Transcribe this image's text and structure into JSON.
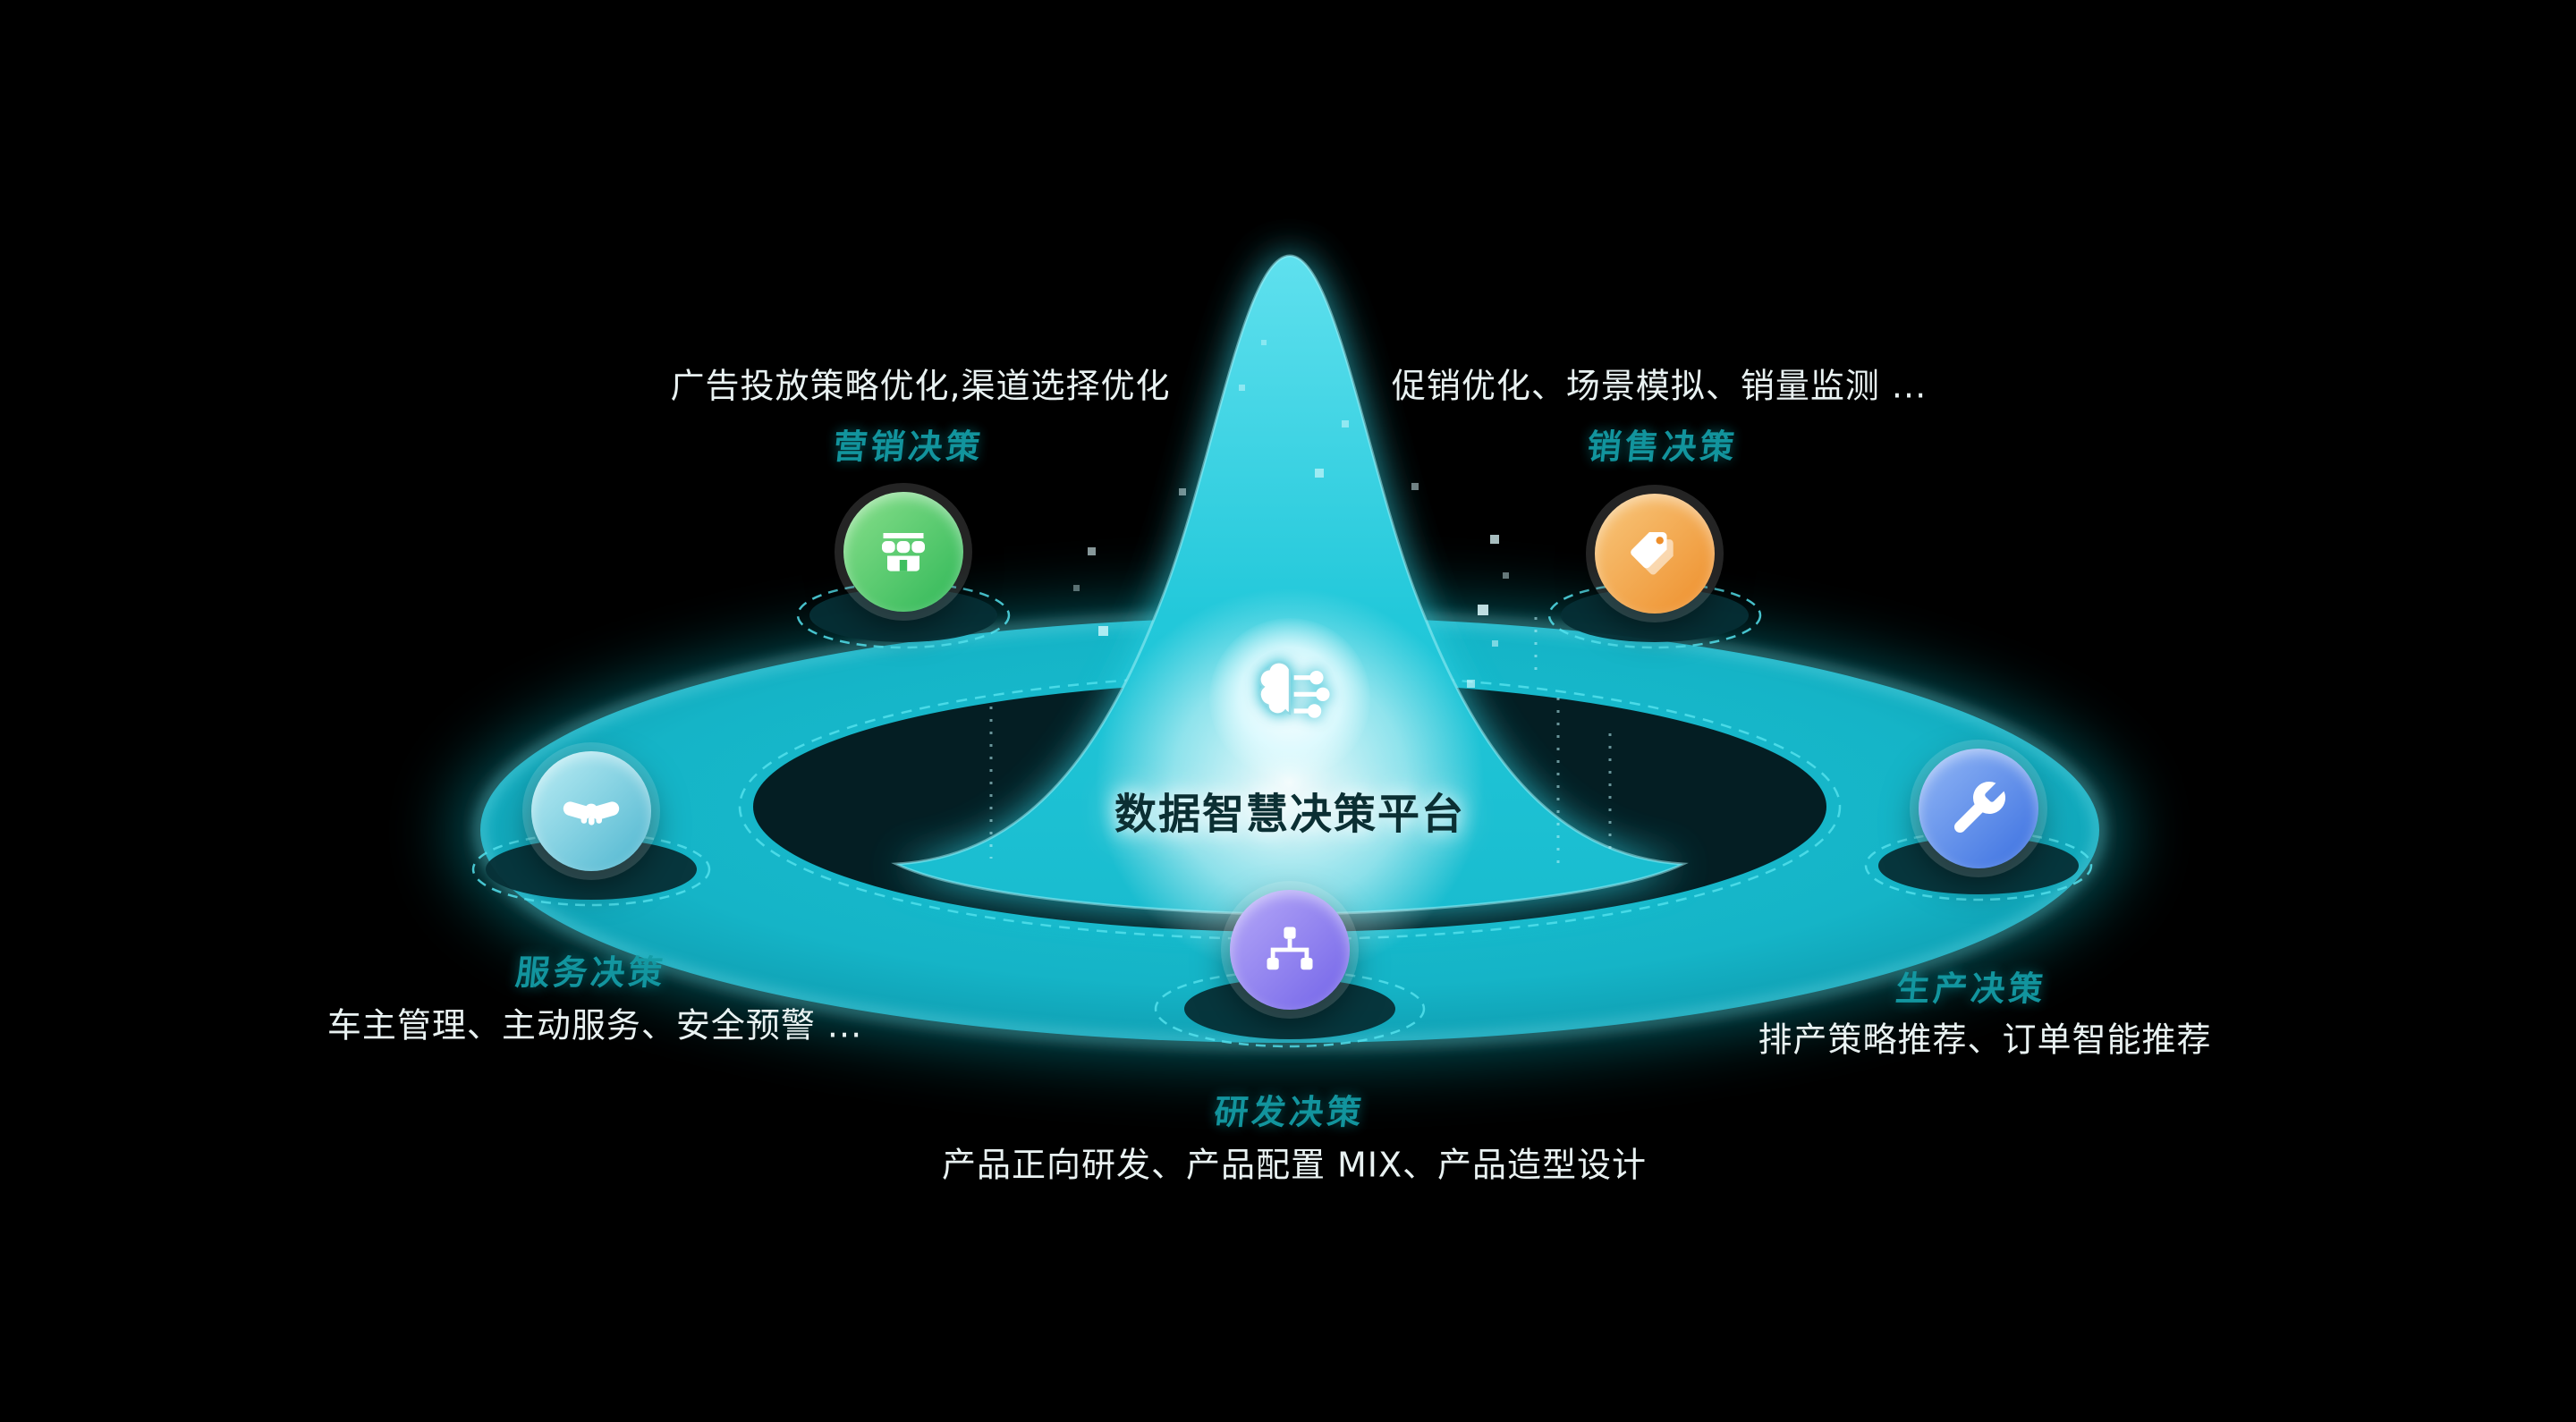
{
  "diagram": {
    "center": {
      "title": "数据智慧决策平台",
      "icon": "brain-circuit-icon"
    },
    "nodes": [
      {
        "id": "marketing",
        "label": "营销决策",
        "description": "广告投放策略优化,渠道选择优化",
        "icon": "storefront-icon",
        "color": "#3fbf5f"
      },
      {
        "id": "sales",
        "label": "销售决策",
        "description": "促销优化、场景模拟、销量监测 ...",
        "icon": "price-tags-icon",
        "color": "#f09a3e"
      },
      {
        "id": "service",
        "label": "服务决策",
        "description": "车主管理、主动服务、安全预警 ...",
        "icon": "handshake-icon",
        "color": "#59c3da"
      },
      {
        "id": "production",
        "label": "生产决策",
        "description": "排产策略推荐、订单智能推荐",
        "icon": "wrench-icon",
        "color": "#4a7be8"
      },
      {
        "id": "rnd",
        "label": "研发决策",
        "description": "产品正向研发、产品配置 MIX、产品造型设计",
        "icon": "org-chart-icon",
        "color": "#8678ee"
      }
    ],
    "colors": {
      "background": "#000000",
      "platform_teal": "#19c3d6",
      "label_teal": "#149ca6",
      "description_text": "#e9f2f2",
      "glow_white": "#ffffff"
    }
  }
}
